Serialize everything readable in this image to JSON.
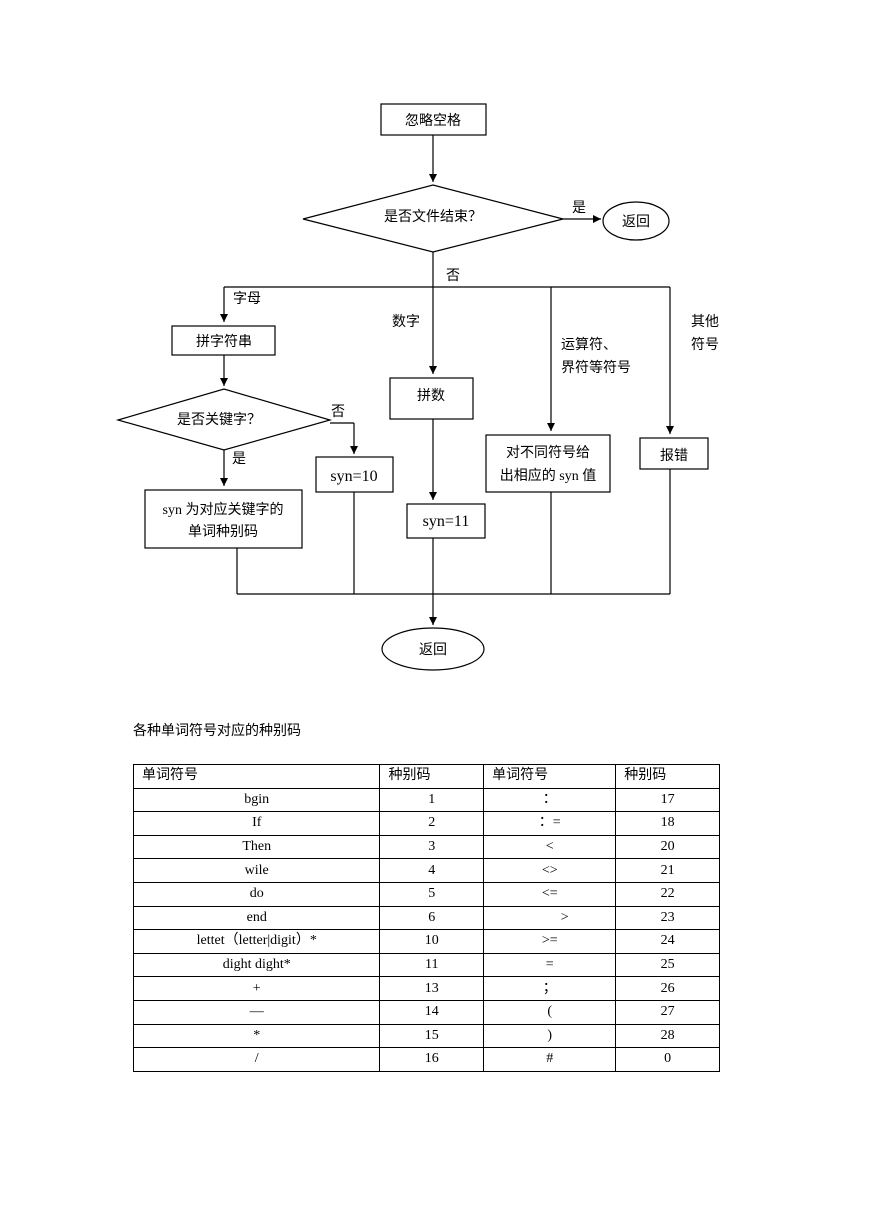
{
  "flowchart": {
    "start_box": "忽略空格",
    "decision_eof": "是否文件结束？",
    "yes_label": "是",
    "return_top": "返回",
    "no_label": "否",
    "branch_letter": "字母",
    "branch_digit": "数字",
    "branch_operator_line1": "运算符、",
    "branch_operator_line2": "界符等符号",
    "branch_other_line1": "其他",
    "branch_other_line2": "符号",
    "box_spell_string": "拼字符串",
    "decision_keyword": "是否关键字？",
    "keyword_no": "否",
    "keyword_yes": "是",
    "box_syn10": "syn=10",
    "box_keyword_code_line1": "syn 为对应关键字的",
    "box_keyword_code_line2": "单词种别码",
    "box_spell_number": "拼数",
    "box_syn11": "syn=11",
    "box_symbol_line1": "对不同符号给",
    "box_symbol_line2": "出相应的 syn 值",
    "box_error": "报错",
    "return_bottom": "返回"
  },
  "table_caption": "各种单词符号对应的种别码",
  "table": {
    "headers": [
      "单词符号",
      "种别码",
      "单词符号",
      "种别码"
    ],
    "rows": [
      [
        "bgin",
        "1",
        "：",
        "17"
      ],
      [
        "If",
        "2",
        "：=",
        "18"
      ],
      [
        "Then",
        "3",
        "<",
        "20"
      ],
      [
        "wile",
        "4",
        "<>",
        "21"
      ],
      [
        "do",
        "5",
        "<=",
        "22"
      ],
      [
        "end",
        "6",
        ">",
        "23"
      ],
      [
        "lettet（letter|digit）*",
        "10",
        ">=",
        "24"
      ],
      [
        "dight dight*",
        "11",
        "=",
        "25"
      ],
      [
        "+",
        "13",
        "；",
        "26"
      ],
      [
        "—",
        "14",
        "(",
        "27"
      ],
      [
        "*",
        "15",
        ")",
        "28"
      ],
      [
        "/",
        "16",
        "#",
        "0"
      ]
    ]
  }
}
